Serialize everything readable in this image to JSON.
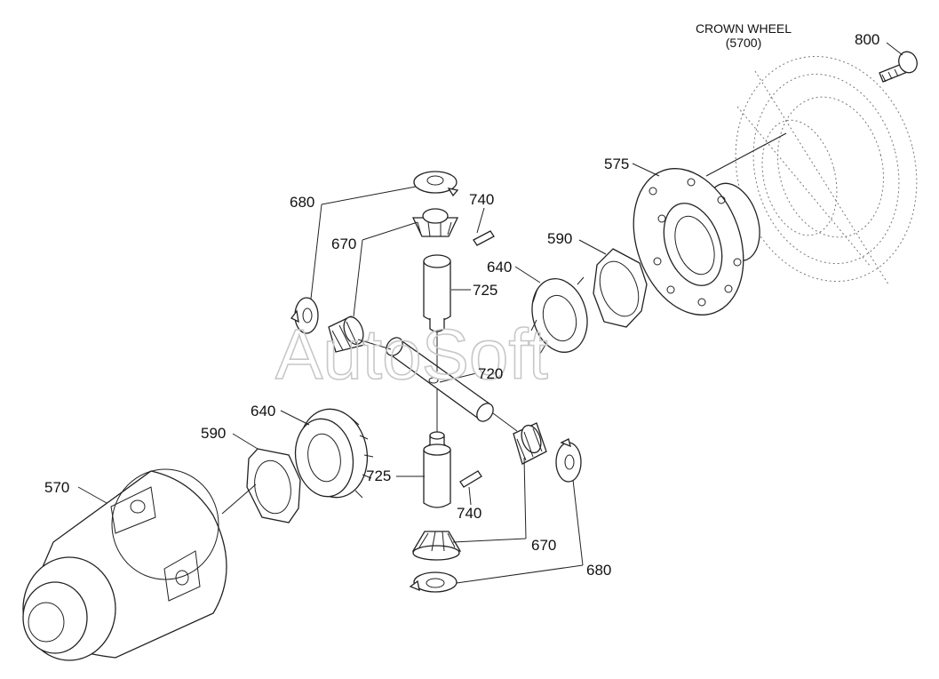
{
  "crown_wheel": {
    "title": "CROWN WHEEL",
    "subtitle": "(5700)"
  },
  "watermark": "AutoSoft",
  "callouts": {
    "c800": "800",
    "c575": "575",
    "c680_top": "680",
    "c740_top": "740",
    "c670_top": "670",
    "c590_right": "590",
    "c640_right": "640",
    "c725_top": "725",
    "c720": "720",
    "c640_left": "640",
    "c590_left": "590",
    "c570": "570",
    "c725_bottom": "725",
    "c740_bottom": "740",
    "c670_bottom": "670",
    "c680_bottom": "680"
  }
}
